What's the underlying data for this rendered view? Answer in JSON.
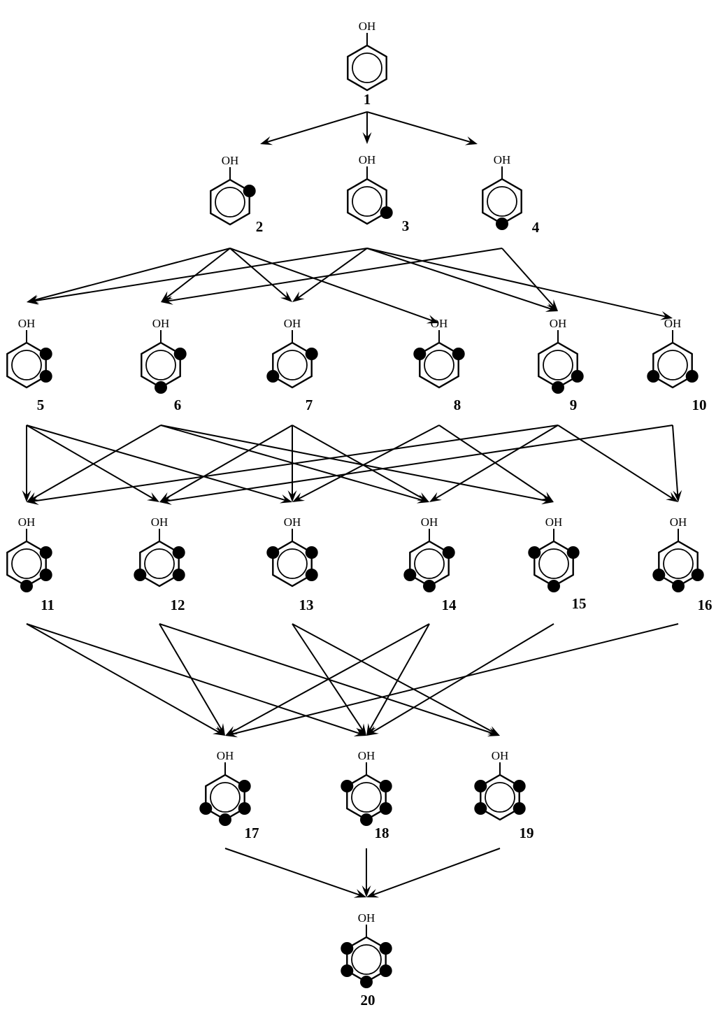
{
  "group_label": "OH",
  "compounds": [
    {
      "id": "1",
      "label": "1",
      "substituents": []
    },
    {
      "id": "2",
      "label": "2",
      "substituents": [
        2
      ]
    },
    {
      "id": "3",
      "label": "3",
      "substituents": [
        3
      ]
    },
    {
      "id": "4",
      "label": "4",
      "substituents": [
        4
      ]
    },
    {
      "id": "5",
      "label": "5",
      "substituents": [
        2,
        3
      ]
    },
    {
      "id": "6",
      "label": "6",
      "substituents": [
        2,
        4
      ]
    },
    {
      "id": "7",
      "label": "7",
      "substituents": [
        2,
        5
      ]
    },
    {
      "id": "8",
      "label": "8",
      "substituents": [
        2,
        6
      ]
    },
    {
      "id": "9",
      "label": "9",
      "substituents": [
        3,
        4
      ]
    },
    {
      "id": "10",
      "label": "10",
      "substituents": [
        3,
        5
      ]
    },
    {
      "id": "11",
      "label": "11",
      "substituents": [
        2,
        3,
        4
      ]
    },
    {
      "id": "12",
      "label": "12",
      "substituents": [
        2,
        3,
        5
      ]
    },
    {
      "id": "13",
      "label": "13",
      "substituents": [
        2,
        3,
        6
      ]
    },
    {
      "id": "14",
      "label": "14",
      "substituents": [
        2,
        4,
        5
      ]
    },
    {
      "id": "15",
      "label": "15",
      "substituents": [
        2,
        4,
        6
      ]
    },
    {
      "id": "16",
      "label": "16",
      "substituents": [
        3,
        4,
        5
      ]
    },
    {
      "id": "17",
      "label": "17",
      "substituents": [
        2,
        3,
        4,
        5
      ]
    },
    {
      "id": "18",
      "label": "18",
      "substituents": [
        2,
        3,
        4,
        6
      ]
    },
    {
      "id": "19",
      "label": "19",
      "substituents": [
        2,
        3,
        5,
        6
      ]
    },
    {
      "id": "20",
      "label": "20",
      "substituents": [
        2,
        3,
        4,
        5,
        6
      ]
    }
  ],
  "edges": [
    [
      "1",
      "2"
    ],
    [
      "1",
      "3"
    ],
    [
      "1",
      "4"
    ],
    [
      "2",
      "5"
    ],
    [
      "2",
      "6"
    ],
    [
      "2",
      "7"
    ],
    [
      "2",
      "8"
    ],
    [
      "3",
      "5"
    ],
    [
      "3",
      "7"
    ],
    [
      "3",
      "9"
    ],
    [
      "3",
      "10"
    ],
    [
      "4",
      "6"
    ],
    [
      "4",
      "9"
    ],
    [
      "5",
      "11"
    ],
    [
      "5",
      "12"
    ],
    [
      "5",
      "13"
    ],
    [
      "6",
      "11"
    ],
    [
      "6",
      "14"
    ],
    [
      "6",
      "15"
    ],
    [
      "7",
      "12"
    ],
    [
      "7",
      "13"
    ],
    [
      "7",
      "14"
    ],
    [
      "8",
      "13"
    ],
    [
      "8",
      "15"
    ],
    [
      "9",
      "11"
    ],
    [
      "9",
      "14"
    ],
    [
      "9",
      "16"
    ],
    [
      "10",
      "12"
    ],
    [
      "10",
      "16"
    ],
    [
      "11",
      "17"
    ],
    [
      "11",
      "18"
    ],
    [
      "12",
      "17"
    ],
    [
      "12",
      "19"
    ],
    [
      "13",
      "18"
    ],
    [
      "13",
      "19"
    ],
    [
      "14",
      "17"
    ],
    [
      "14",
      "18"
    ],
    [
      "15",
      "18"
    ],
    [
      "16",
      "17"
    ],
    [
      "17",
      "20"
    ],
    [
      "18",
      "20"
    ],
    [
      "19",
      "20"
    ]
  ]
}
